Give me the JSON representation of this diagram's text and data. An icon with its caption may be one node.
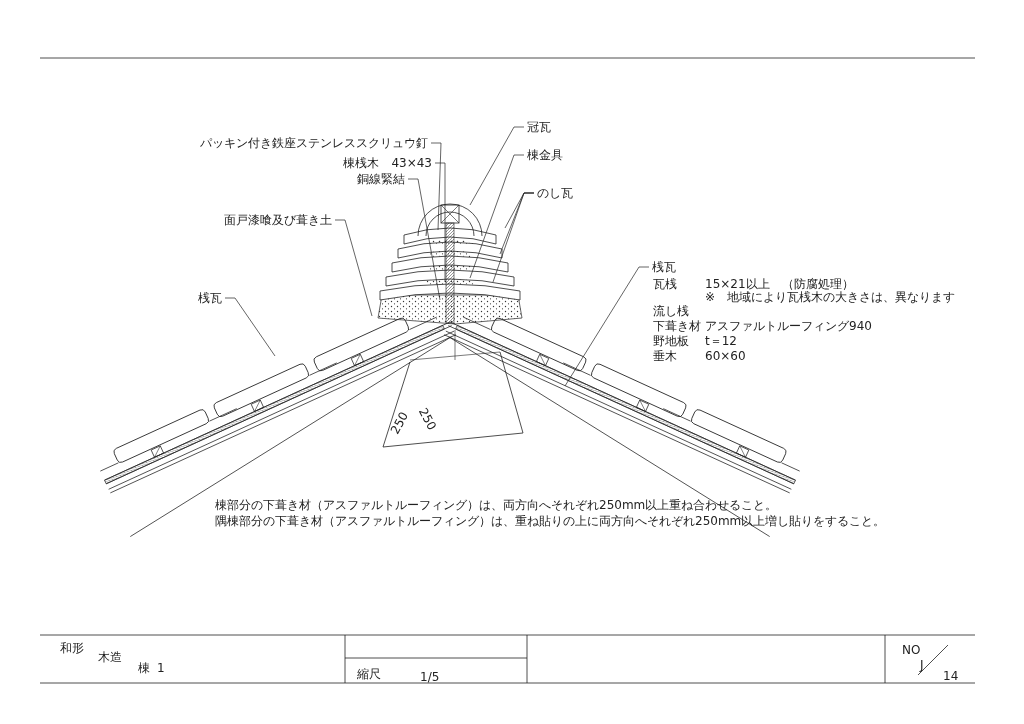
{
  "diagram": {
    "nodes": [
      {
        "text": [
          "冠瓦"
        ]
      },
      {
        "text": [
          "パッキン付き鉄座ステンレススクリュウ釘"
        ]
      },
      {
        "text": [
          "棟金具"
        ]
      },
      {
        "text": [
          "棟桟木　43×43"
        ]
      },
      {
        "text": [
          "銅線緊結"
        ]
      },
      {
        "text": [
          "のし瓦"
        ]
      },
      {
        "text": [
          "面戸漆喰及び葺き土"
        ]
      },
      {
        "text": [
          "桟瓦"
        ]
      },
      {
        "text": [
          "桟瓦"
        ]
      }
    ],
    "edges": [
      {
        "from": 0,
        "to": null,
        "arrow": "none"
      },
      {
        "from": 1,
        "to": null,
        "arrow": "none"
      },
      {
        "from": 2,
        "to": null,
        "arrow": "none"
      },
      {
        "from": 3,
        "to": null,
        "arrow": "none"
      },
      {
        "from": 4,
        "to": null,
        "arrow": "none"
      },
      {
        "from": 5,
        "to": null,
        "arrow": "none"
      },
      {
        "from": 5,
        "to": null,
        "arrow": "none"
      },
      {
        "from": 5,
        "to": null,
        "arrow": "none"
      },
      {
        "from": 6,
        "to": null,
        "arrow": "none"
      },
      {
        "from": 7,
        "to": null,
        "arrow": "none"
      },
      {
        "from": 8,
        "to": null,
        "arrow": "none"
      }
    ],
    "labels": [
      "瓦桟",
      "15×21以上　（防腐処理）",
      "※　地域により瓦桟木の大きさは、異なります",
      "流し桟",
      "下葺き材",
      "アスファルトルーフィング940",
      "野地板",
      "t＝12",
      "垂木",
      "60×60",
      "250",
      "250",
      "棟部分の下葺き材（アスファルトルーフィング）は、両方向へそれぞれ250mm以上重ね合わせること。",
      "隅棟部分の下葺き材（アスファルトルーフィング）は、重ね貼りの上に両方向へそれぞれ250mm以上増し貼りをすること。",
      "和形",
      "木造",
      "棟",
      "1",
      "縮尺",
      "1/5",
      "NO",
      "J",
      "14"
    ]
  }
}
